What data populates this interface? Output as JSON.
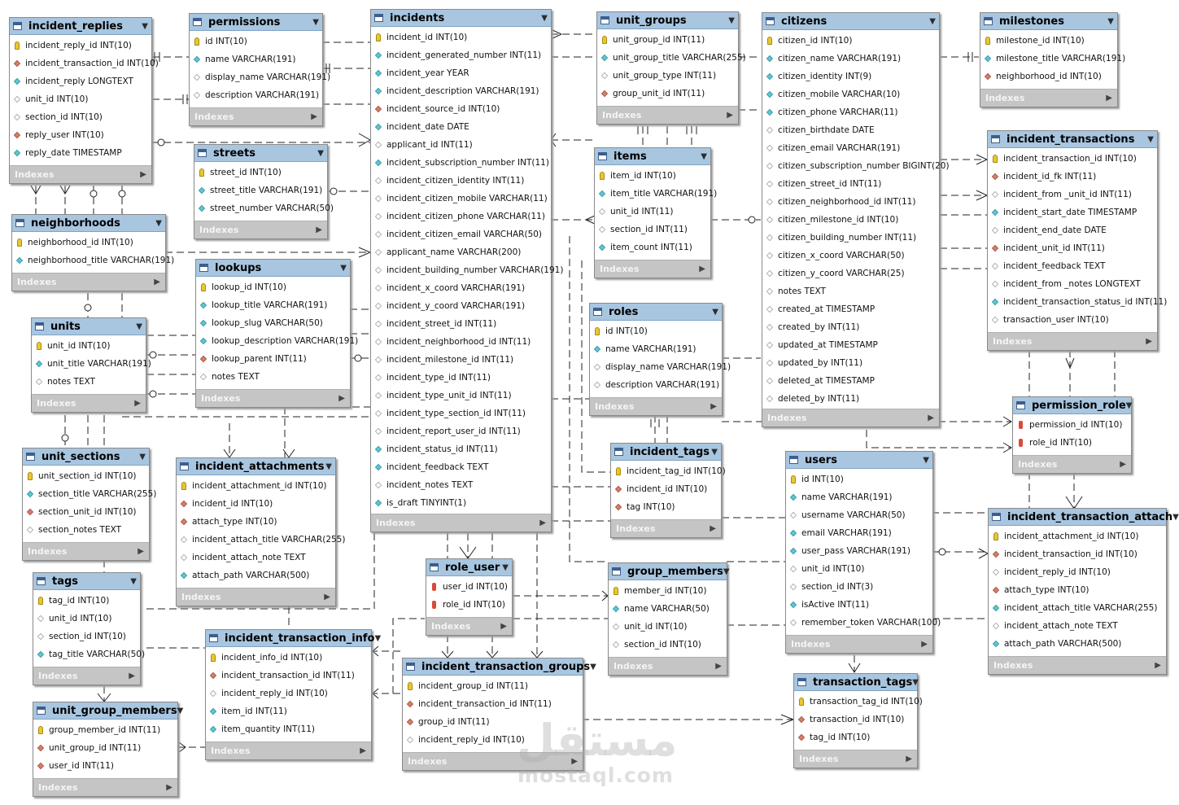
{
  "watermark": {
    "logo_text": "مستقل",
    "site": "mostaql.com"
  },
  "footer_label": "Indexes",
  "tables": [
    {
      "name": "incident_replies",
      "columns": [
        {
          "icon": "pk",
          "text": "incident_reply_id INT(10)"
        },
        {
          "icon": "fk",
          "text": "incident_transaction_id INT(10)"
        },
        {
          "icon": "ix",
          "text": "incident_reply LONGTEXT"
        },
        {
          "icon": "nn",
          "text": "unit_id INT(10)"
        },
        {
          "icon": "nn",
          "text": "section_id INT(10)"
        },
        {
          "icon": "fk",
          "text": "reply_user INT(10)"
        },
        {
          "icon": "ix",
          "text": "reply_date TIMESTAMP"
        }
      ]
    },
    {
      "name": "permissions",
      "columns": [
        {
          "icon": "pk",
          "text": "id INT(10)"
        },
        {
          "icon": "ix",
          "text": "name VARCHAR(191)"
        },
        {
          "icon": "nn",
          "text": "display_name VARCHAR(191)"
        },
        {
          "icon": "nn",
          "text": "description VARCHAR(191)"
        }
      ]
    },
    {
      "name": "incidents",
      "columns": [
        {
          "icon": "pk",
          "text": "incident_id INT(10)"
        },
        {
          "icon": "ix",
          "text": "incident_generated_number INT(11)"
        },
        {
          "icon": "ix",
          "text": "incident_year YEAR"
        },
        {
          "icon": "ix",
          "text": "incident_description VARCHAR(191)"
        },
        {
          "icon": "fk",
          "text": "incident_source_id INT(10)"
        },
        {
          "icon": "ix",
          "text": "incident_date DATE"
        },
        {
          "icon": "nn",
          "text": "applicant_id INT(11)"
        },
        {
          "icon": "ix",
          "text": "incident_subscription_number INT(11)"
        },
        {
          "icon": "nn",
          "text": "incident_citizen_identity INT(11)"
        },
        {
          "icon": "nn",
          "text": "incident_citizen_mobile VARCHAR(11)"
        },
        {
          "icon": "nn",
          "text": "incident_citizen_phone VARCHAR(11)"
        },
        {
          "icon": "nn",
          "text": "incident_citizen_email VARCHAR(50)"
        },
        {
          "icon": "nn",
          "text": "applicant_name VARCHAR(200)"
        },
        {
          "icon": "nn",
          "text": "incident_building_number VARCHAR(191)"
        },
        {
          "icon": "nn",
          "text": "incident_x_coord VARCHAR(191)"
        },
        {
          "icon": "nn",
          "text": "incident_y_coord VARCHAR(191)"
        },
        {
          "icon": "nn",
          "text": "incident_street_id INT(11)"
        },
        {
          "icon": "nn",
          "text": "incident_neighborhood_id INT(11)"
        },
        {
          "icon": "nn",
          "text": "incident_milestone_id INT(11)"
        },
        {
          "icon": "nn",
          "text": "incident_type_id INT(11)"
        },
        {
          "icon": "nn",
          "text": "incident_type_unit_id INT(11)"
        },
        {
          "icon": "nn",
          "text": "incident_type_section_id INT(11)"
        },
        {
          "icon": "nn",
          "text": "incident_report_user_id INT(11)"
        },
        {
          "icon": "ix",
          "text": "incident_status_id INT(11)"
        },
        {
          "icon": "ix",
          "text": "incident_feedback TEXT"
        },
        {
          "icon": "nn",
          "text": "incident_notes TEXT"
        },
        {
          "icon": "ix",
          "text": "is_draft TINYINT(1)"
        }
      ]
    },
    {
      "name": "unit_groups",
      "columns": [
        {
          "icon": "pk",
          "text": "unit_group_id INT(11)"
        },
        {
          "icon": "ix",
          "text": "unit_group_title VARCHAR(255)"
        },
        {
          "icon": "nn",
          "text": "unit_group_type INT(11)"
        },
        {
          "icon": "fk",
          "text": "group_unit_id INT(11)"
        }
      ]
    },
    {
      "name": "citizens",
      "columns": [
        {
          "icon": "pk",
          "text": "citizen_id INT(10)"
        },
        {
          "icon": "ix",
          "text": "citizen_name VARCHAR(191)"
        },
        {
          "icon": "ix",
          "text": "citizen_identity INT(9)"
        },
        {
          "icon": "ix",
          "text": "citizen_mobile VARCHAR(10)"
        },
        {
          "icon": "ix",
          "text": "citizen_phone VARCHAR(11)"
        },
        {
          "icon": "nn",
          "text": "citizen_birthdate DATE"
        },
        {
          "icon": "nn",
          "text": "citizen_email VARCHAR(191)"
        },
        {
          "icon": "nn",
          "text": "citizen_subscription_number BIGINT(20)"
        },
        {
          "icon": "nn",
          "text": "citizen_street_id INT(11)"
        },
        {
          "icon": "nn",
          "text": "citizen_neighborhood_id INT(11)"
        },
        {
          "icon": "nn",
          "text": "citizen_milestone_id INT(10)"
        },
        {
          "icon": "nn",
          "text": "citizen_building_number INT(11)"
        },
        {
          "icon": "nn",
          "text": "citizen_x_coord VARCHAR(50)"
        },
        {
          "icon": "nn",
          "text": "citizen_y_coord VARCHAR(25)"
        },
        {
          "icon": "nn",
          "text": "notes TEXT"
        },
        {
          "icon": "nn",
          "text": "created_at TIMESTAMP"
        },
        {
          "icon": "nn",
          "text": "created_by INT(11)"
        },
        {
          "icon": "nn",
          "text": "updated_at TIMESTAMP"
        },
        {
          "icon": "nn",
          "text": "updated_by INT(11)"
        },
        {
          "icon": "nn",
          "text": "deleted_at TIMESTAMP"
        },
        {
          "icon": "nn",
          "text": "deleted_by INT(11)"
        }
      ]
    },
    {
      "name": "milestones",
      "columns": [
        {
          "icon": "pk",
          "text": "milestone_id INT(10)"
        },
        {
          "icon": "ix",
          "text": "milestone_title VARCHAR(191)"
        },
        {
          "icon": "fk",
          "text": "neighborhood_id INT(10)"
        }
      ]
    },
    {
      "name": "streets",
      "columns": [
        {
          "icon": "pk",
          "text": "street_id INT(10)"
        },
        {
          "icon": "ix",
          "text": "street_title VARCHAR(191)"
        },
        {
          "icon": "ix",
          "text": "street_number VARCHAR(50)"
        }
      ]
    },
    {
      "name": "neighborhoods",
      "columns": [
        {
          "icon": "pk",
          "text": "neighborhood_id INT(10)"
        },
        {
          "icon": "ix",
          "text": "neighborhood_title VARCHAR(191)"
        }
      ]
    },
    {
      "name": "lookups",
      "columns": [
        {
          "icon": "pk",
          "text": "lookup_id INT(10)"
        },
        {
          "icon": "ix",
          "text": "lookup_title VARCHAR(191)"
        },
        {
          "icon": "ix",
          "text": "lookup_slug VARCHAR(50)"
        },
        {
          "icon": "ix",
          "text": "lookup_description VARCHAR(191)"
        },
        {
          "icon": "fk",
          "text": "lookup_parent INT(11)"
        },
        {
          "icon": "nn",
          "text": "notes TEXT"
        }
      ]
    },
    {
      "name": "items",
      "columns": [
        {
          "icon": "pk",
          "text": "item_id INT(10)"
        },
        {
          "icon": "ix",
          "text": "item_title VARCHAR(191)"
        },
        {
          "icon": "nn",
          "text": "unit_id INT(11)"
        },
        {
          "icon": "nn",
          "text": "section_id INT(11)"
        },
        {
          "icon": "ix",
          "text": "item_count INT(11)"
        }
      ]
    },
    {
      "name": "incident_transactions",
      "columns": [
        {
          "icon": "pk",
          "text": "incident_transaction_id INT(10)"
        },
        {
          "icon": "fk",
          "text": "incident_id_fk INT(11)"
        },
        {
          "icon": "nn",
          "text": "incident_from _unit_id INT(11)"
        },
        {
          "icon": "ix",
          "text": "incident_start_date TIMESTAMP"
        },
        {
          "icon": "nn",
          "text": "incident_end_date DATE"
        },
        {
          "icon": "fk",
          "text": "incident_unit_id INT(11)"
        },
        {
          "icon": "nn",
          "text": "incident_feedback TEXT"
        },
        {
          "icon": "nn",
          "text": "incident_from _notes LONGTEXT"
        },
        {
          "icon": "ix",
          "text": "incident_transaction_status_id INT(11)"
        },
        {
          "icon": "nn",
          "text": "transaction_user INT(10)"
        }
      ]
    },
    {
      "name": "units",
      "columns": [
        {
          "icon": "pk",
          "text": "unit_id INT(10)"
        },
        {
          "icon": "ix",
          "text": "unit_title VARCHAR(191)"
        },
        {
          "icon": "nn",
          "text": "notes TEXT"
        }
      ]
    },
    {
      "name": "roles",
      "columns": [
        {
          "icon": "pk",
          "text": "id INT(10)"
        },
        {
          "icon": "ix",
          "text": "name VARCHAR(191)"
        },
        {
          "icon": "nn",
          "text": "display_name VARCHAR(191)"
        },
        {
          "icon": "nn",
          "text": "description VARCHAR(191)"
        }
      ]
    },
    {
      "name": "permission_role",
      "columns": [
        {
          "icon": "rk",
          "text": "permission_id INT(10)"
        },
        {
          "icon": "rk",
          "text": "role_id INT(10)"
        }
      ]
    },
    {
      "name": "unit_sections",
      "columns": [
        {
          "icon": "pk",
          "text": "unit_section_id INT(10)"
        },
        {
          "icon": "ix",
          "text": "section_title VARCHAR(255)"
        },
        {
          "icon": "fk",
          "text": "section_unit_id INT(10)"
        },
        {
          "icon": "nn",
          "text": "section_notes TEXT"
        }
      ]
    },
    {
      "name": "incident_attachments",
      "columns": [
        {
          "icon": "pk",
          "text": "incident_attachment_id INT(10)"
        },
        {
          "icon": "fk",
          "text": "incident_id INT(10)"
        },
        {
          "icon": "fk",
          "text": "attach_type INT(10)"
        },
        {
          "icon": "nn",
          "text": "incident_attach_title VARCHAR(255)"
        },
        {
          "icon": "nn",
          "text": "incident_attach_note TEXT"
        },
        {
          "icon": "ix",
          "text": "attach_path VARCHAR(500)"
        }
      ]
    },
    {
      "name": "incident_tags",
      "columns": [
        {
          "icon": "pk",
          "text": "incident_tag_id INT(10)"
        },
        {
          "icon": "fk",
          "text": "incident_id INT(10)"
        },
        {
          "icon": "fk",
          "text": "tag INT(10)"
        }
      ]
    },
    {
      "name": "users",
      "columns": [
        {
          "icon": "pk",
          "text": "id INT(10)"
        },
        {
          "icon": "ix",
          "text": "name VARCHAR(191)"
        },
        {
          "icon": "nn",
          "text": "username VARCHAR(50)"
        },
        {
          "icon": "ix",
          "text": "email VARCHAR(191)"
        },
        {
          "icon": "ix",
          "text": "user_pass VARCHAR(191)"
        },
        {
          "icon": "nn",
          "text": "unit_id INT(10)"
        },
        {
          "icon": "nn",
          "text": "section_id INT(3)"
        },
        {
          "icon": "ix",
          "text": "isActive INT(11)"
        },
        {
          "icon": "nn",
          "text": "remember_token VARCHAR(100)"
        }
      ]
    },
    {
      "name": "incident_transaction_attach",
      "columns": [
        {
          "icon": "pk",
          "text": "incident_attachment_id INT(10)"
        },
        {
          "icon": "fk",
          "text": "incident_transaction_id INT(10)"
        },
        {
          "icon": "nn",
          "text": "incident_reply_id INT(10)"
        },
        {
          "icon": "fk",
          "text": "attach_type INT(10)"
        },
        {
          "icon": "ix",
          "text": "incident_attach_title VARCHAR(255)"
        },
        {
          "icon": "nn",
          "text": "incident_attach_note TEXT"
        },
        {
          "icon": "ix",
          "text": "attach_path VARCHAR(500)"
        }
      ]
    },
    {
      "name": "role_user",
      "columns": [
        {
          "icon": "rk",
          "text": "user_id INT(10)"
        },
        {
          "icon": "rk",
          "text": "role_id INT(10)"
        }
      ]
    },
    {
      "name": "group_members",
      "columns": [
        {
          "icon": "pk",
          "text": "member_id INT(10)"
        },
        {
          "icon": "ix",
          "text": "name VARCHAR(50)"
        },
        {
          "icon": "nn",
          "text": "unit_id INT(10)"
        },
        {
          "icon": "nn",
          "text": "section_id INT(10)"
        }
      ]
    },
    {
      "name": "tags",
      "columns": [
        {
          "icon": "pk",
          "text": "tag_id INT(10)"
        },
        {
          "icon": "nn",
          "text": "unit_id INT(10)"
        },
        {
          "icon": "nn",
          "text": "section_id INT(10)"
        },
        {
          "icon": "ix",
          "text": "tag_title VARCHAR(50)"
        }
      ]
    },
    {
      "name": "incident_transaction_info",
      "columns": [
        {
          "icon": "pk",
          "text": "incident_info_id INT(10)"
        },
        {
          "icon": "fk",
          "text": "incident_transaction_id INT(11)"
        },
        {
          "icon": "nn",
          "text": "incident_reply_id INT(10)"
        },
        {
          "icon": "ix",
          "text": "item_id INT(11)"
        },
        {
          "icon": "ix",
          "text": "item_quantity INT(11)"
        }
      ]
    },
    {
      "name": "incident_transaction_groups",
      "columns": [
        {
          "icon": "pk",
          "text": "incident_group_id INT(11)"
        },
        {
          "icon": "fk",
          "text": "incident_transaction_id INT(11)"
        },
        {
          "icon": "fk",
          "text": "group_id INT(11)"
        },
        {
          "icon": "nn",
          "text": "incident_reply_id INT(10)"
        }
      ]
    },
    {
      "name": "transaction_tags",
      "columns": [
        {
          "icon": "pk",
          "text": "transaction_tag_id INT(10)"
        },
        {
          "icon": "fk",
          "text": "transaction_id INT(10)"
        },
        {
          "icon": "fk",
          "text": "tag_id INT(10)"
        }
      ]
    },
    {
      "name": "unit_group_members",
      "columns": [
        {
          "icon": "pk",
          "text": "group_member_id INT(11)"
        },
        {
          "icon": "fk",
          "text": "unit_group_id INT(11)"
        },
        {
          "icon": "fk",
          "text": "user_id INT(11)"
        }
      ]
    }
  ]
}
